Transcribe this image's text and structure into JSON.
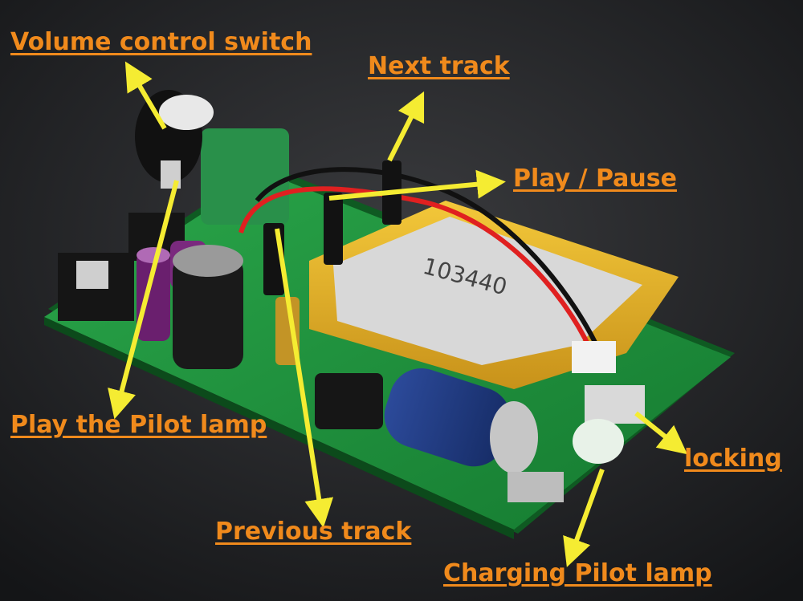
{
  "labels": {
    "volume": "Volume control switch",
    "next": "Next track",
    "play_pause": "Play / Pause",
    "play_lamp": "Play the Pilot lamp",
    "locking": "locking",
    "previous": "Previous track",
    "charging_lamp": "Charging Pilot lamp"
  },
  "battery_marking": "103440",
  "colors": {
    "label_text": "#f08a1c",
    "arrow": "#f5ec32",
    "pcb": "#1e8c3a",
    "background": "#1e1f21",
    "battery_wrap": "#e8b320"
  }
}
